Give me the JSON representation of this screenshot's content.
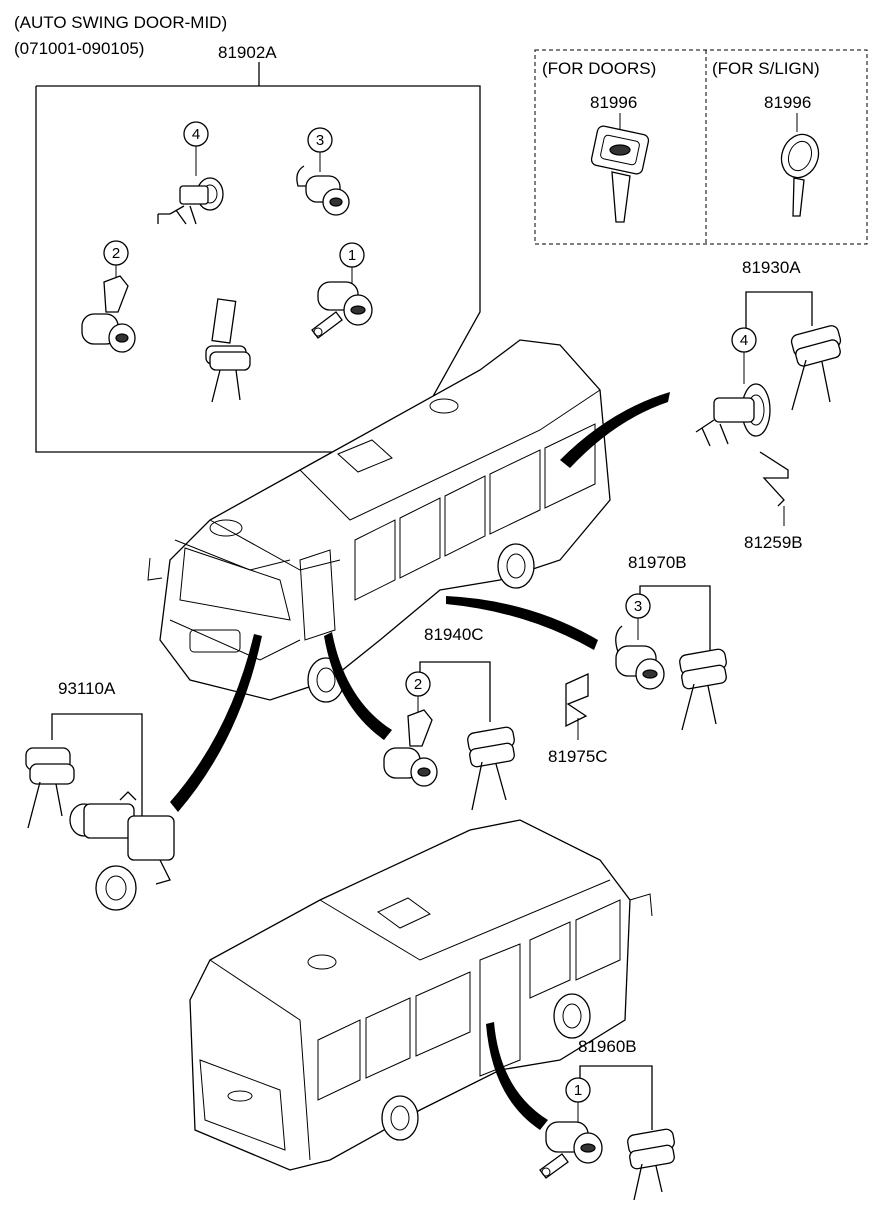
{
  "header": {
    "line1": "(AUTO SWING DOOR-MID)",
    "line2": "(071001-090105)"
  },
  "groups": {
    "assembly": "81902A",
    "key_doors_heading": "(FOR DOORS)",
    "key_slign_heading": "(FOR S/LIGN)",
    "key_doors_part": "81996",
    "key_slign_part": "81996",
    "rear_lock_set": "81930A",
    "rear_clip": "81259B",
    "mid_lock_set": "81970B",
    "mid_clip": "81975C",
    "front_lock_set": "81940C",
    "ignition_set": "93110A",
    "side_lock_set": "81960B"
  },
  "callouts": {
    "c1": "1",
    "c2": "2",
    "c3": "3",
    "c4": "4"
  }
}
